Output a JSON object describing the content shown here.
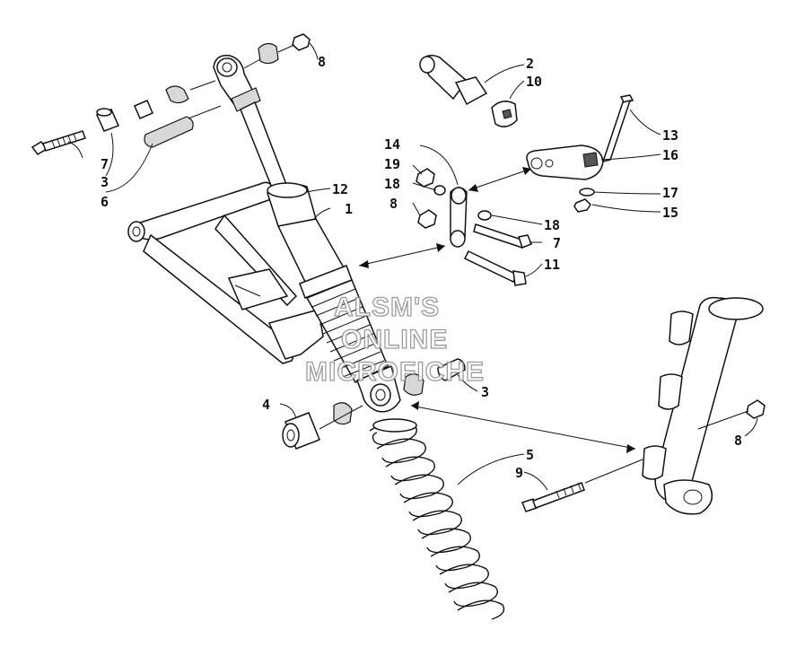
{
  "watermark": {
    "lines": [
      "ALSM'S",
      "ONLINE",
      "MICROFICHE"
    ]
  },
  "callouts": [
    {
      "id": "c8a",
      "label": "8"
    },
    {
      "id": "c2",
      "label": "2"
    },
    {
      "id": "c10",
      "label": "10"
    },
    {
      "id": "c13",
      "label": "13"
    },
    {
      "id": "c16",
      "label": "16"
    },
    {
      "id": "c14",
      "label": "14"
    },
    {
      "id": "c19",
      "label": "19"
    },
    {
      "id": "c18a",
      "label": "18"
    },
    {
      "id": "c8b",
      "label": "8"
    },
    {
      "id": "c17",
      "label": "17"
    },
    {
      "id": "c15",
      "label": "15"
    },
    {
      "id": "c18b",
      "label": "18"
    },
    {
      "id": "c7b",
      "label": "7"
    },
    {
      "id": "c11",
      "label": "11"
    },
    {
      "id": "c12",
      "label": "12"
    },
    {
      "id": "c1",
      "label": "1"
    },
    {
      "id": "c7a",
      "label": "7"
    },
    {
      "id": "c3a",
      "label": "3"
    },
    {
      "id": "c6",
      "label": "6"
    },
    {
      "id": "c3b",
      "label": "3"
    },
    {
      "id": "c4",
      "label": "4"
    },
    {
      "id": "c5",
      "label": "5"
    },
    {
      "id": "c9",
      "label": "9"
    },
    {
      "id": "c8c",
      "label": "8"
    }
  ]
}
